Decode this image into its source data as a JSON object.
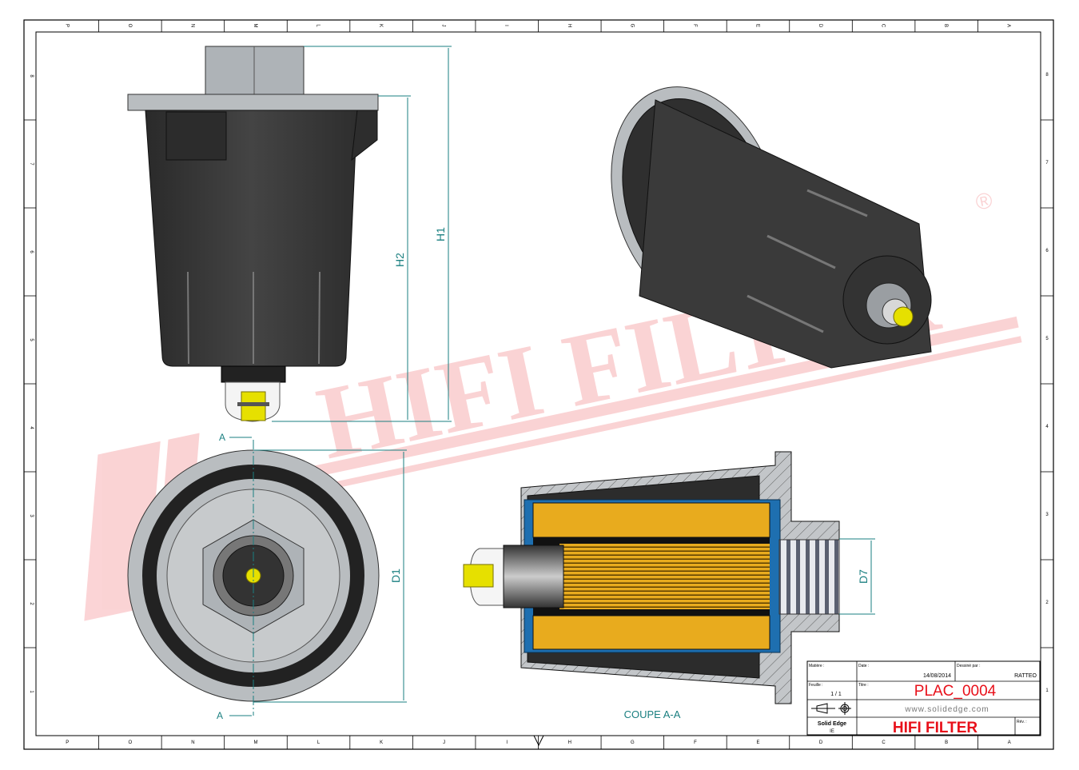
{
  "border": {
    "top_labels": [
      "P",
      "O",
      "N",
      "M",
      "L",
      "K",
      "J",
      "I",
      "H",
      "G",
      "F",
      "E",
      "D",
      "C",
      "B",
      "A"
    ],
    "bottom_labels": [
      "P",
      "O",
      "N",
      "M",
      "L",
      "K",
      "J",
      "I",
      "H",
      "G",
      "F",
      "E",
      "D",
      "C",
      "B",
      "A"
    ],
    "side_labels": [
      "8",
      "7",
      "6",
      "5",
      "4",
      "3",
      "2",
      "1"
    ]
  },
  "dimensions": {
    "h1": "H1",
    "h2": "H2",
    "d1": "D1",
    "d7": "D7",
    "section_mark": "A"
  },
  "views": {
    "section_title": "COUPE A-A"
  },
  "watermark": "HIFI FILTER",
  "watermark_mark": "®",
  "title_block": {
    "material_label": "Matière :",
    "date_label": "Date :",
    "date": "14/08/2014",
    "drawn_by_label": "Dessiné par :",
    "drawn_by": "RATTEO",
    "sheet_label": "Feuille :",
    "sheet": "1 / 1",
    "title_label": "Titre :",
    "title": "PLAC_0004",
    "website": "www.solidedge.com",
    "software": "Solid Edge",
    "software_sub": "IE",
    "company": "HIFI FILTER",
    "rev_label": "Rév. :"
  },
  "colors": {
    "line": "#000000",
    "dimension": "#1a7f80",
    "brand_red": "#e8101a",
    "filter_yellow": "#e8ab1e",
    "body_dark": "#3a3a3a",
    "flange_grey": "#b9bdc0",
    "seal_blue": "#1e6fb0"
  }
}
